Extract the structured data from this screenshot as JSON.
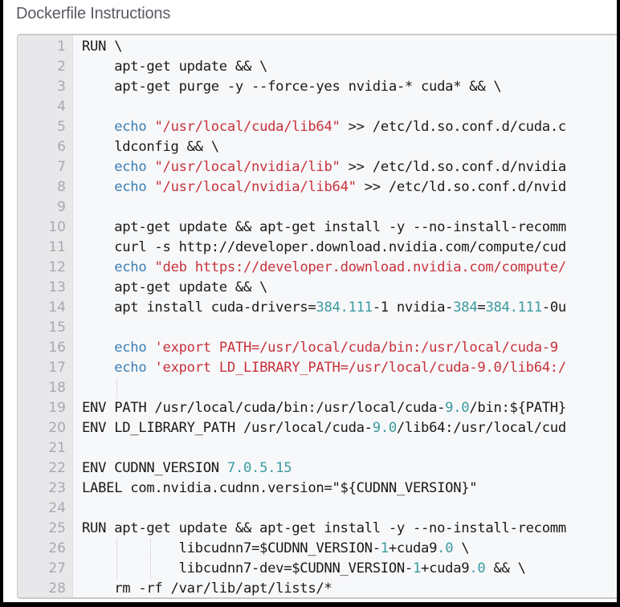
{
  "panel": {
    "title": "Dockerfile Instructions"
  },
  "colors": {
    "keyword": "#1a1a1a",
    "command": "#3b7fb6",
    "string": "#c8323b",
    "number": "#3a9a9e",
    "gutter_bg": "#e8e8ea",
    "editor_bg": "#f7f8fa"
  },
  "editor": {
    "lines": [
      {
        "n": "1",
        "segs": [
          [
            "kw",
            "RUN \\"
          ]
        ]
      },
      {
        "n": "2",
        "segs": [
          [
            "kw",
            "    apt-get update && \\"
          ]
        ]
      },
      {
        "n": "3",
        "segs": [
          [
            "kw",
            "    apt-get purge -y --force-yes nvidia-* cuda* && \\"
          ]
        ]
      },
      {
        "n": "4",
        "segs": []
      },
      {
        "n": "5",
        "segs": [
          [
            "kw",
            "    "
          ],
          [
            "cmd",
            "echo"
          ],
          [
            "kw",
            " "
          ],
          [
            "str",
            "\"/usr/local/cuda/lib64\""
          ],
          [
            "kw",
            " >> /etc/ld.so.conf.d/cuda.c"
          ]
        ]
      },
      {
        "n": "6",
        "segs": [
          [
            "kw",
            "    ldconfig && \\"
          ]
        ]
      },
      {
        "n": "7",
        "segs": [
          [
            "kw",
            "    "
          ],
          [
            "cmd",
            "echo"
          ],
          [
            "kw",
            " "
          ],
          [
            "str",
            "\"/usr/local/nvidia/lib\""
          ],
          [
            "kw",
            " >> /etc/ld.so.conf.d/nvidia"
          ]
        ]
      },
      {
        "n": "8",
        "segs": [
          [
            "kw",
            "    "
          ],
          [
            "cmd",
            "echo"
          ],
          [
            "kw",
            " "
          ],
          [
            "str",
            "\"/usr/local/nvidia/lib64\""
          ],
          [
            "kw",
            " >> /etc/ld.so.conf.d/nvid"
          ]
        ]
      },
      {
        "n": "9",
        "segs": []
      },
      {
        "n": "10",
        "segs": [
          [
            "kw",
            "    apt-get update && apt-get install -y --no-install-recomm"
          ]
        ]
      },
      {
        "n": "11",
        "segs": [
          [
            "kw",
            "    curl -s http://developer.download.nvidia.com/compute/cud"
          ]
        ]
      },
      {
        "n": "12",
        "segs": [
          [
            "kw",
            "    "
          ],
          [
            "cmd",
            "echo"
          ],
          [
            "kw",
            " "
          ],
          [
            "str",
            "\"deb https://developer.download.nvidia.com/compute/"
          ]
        ]
      },
      {
        "n": "13",
        "segs": [
          [
            "kw",
            "    apt-get update && \\"
          ]
        ]
      },
      {
        "n": "14",
        "segs": [
          [
            "kw",
            "    apt install cuda-drivers="
          ],
          [
            "num",
            "384.111"
          ],
          [
            "kw",
            "-1 nvidia-"
          ],
          [
            "num",
            "384"
          ],
          [
            "kw",
            "="
          ],
          [
            "num",
            "384.111"
          ],
          [
            "kw",
            "-0u"
          ]
        ]
      },
      {
        "n": "15",
        "segs": []
      },
      {
        "n": "16",
        "segs": [
          [
            "kw",
            "    "
          ],
          [
            "cmd",
            "echo"
          ],
          [
            "kw",
            " "
          ],
          [
            "str",
            "'export PATH=/usr/local/cuda/bin:/usr/local/cuda-9"
          ]
        ]
      },
      {
        "n": "17",
        "segs": [
          [
            "kw",
            "    "
          ],
          [
            "cmd",
            "echo"
          ],
          [
            "kw",
            " "
          ],
          [
            "str",
            "'export LD_LIBRARY_PATH=/usr/local/cuda-9.0/lib64:/"
          ]
        ]
      },
      {
        "n": "18",
        "segs": [],
        "guides": [
          4
        ]
      },
      {
        "n": "19",
        "segs": [
          [
            "kw",
            "ENV PATH /usr/local/cuda/bin:/usr/local/cuda-"
          ],
          [
            "num",
            "9.0"
          ],
          [
            "kw",
            "/bin:${PATH}"
          ]
        ]
      },
      {
        "n": "20",
        "segs": [
          [
            "kw",
            "ENV LD_LIBRARY_PATH /usr/local/cuda-"
          ],
          [
            "num",
            "9.0"
          ],
          [
            "kw",
            "/lib64:/usr/local/cud"
          ]
        ]
      },
      {
        "n": "21",
        "segs": []
      },
      {
        "n": "22",
        "segs": [
          [
            "kw",
            "ENV CUDNN_VERSION "
          ],
          [
            "num",
            "7.0.5.15"
          ]
        ]
      },
      {
        "n": "23",
        "segs": [
          [
            "kw",
            "LABEL com.nvidia.cudnn.version=\"${CUDNN_VERSION}\""
          ]
        ]
      },
      {
        "n": "24",
        "segs": []
      },
      {
        "n": "25",
        "segs": [
          [
            "kw",
            "RUN apt-get update && apt-get install -y --no-install-recomm"
          ]
        ]
      },
      {
        "n": "26",
        "segs": [
          [
            "kw",
            "            libcudnn7=$CUDNN_VERSION-"
          ],
          [
            "num",
            "1"
          ],
          [
            "kw",
            "+cuda9"
          ],
          [
            "num",
            ".0"
          ],
          [
            "kw",
            " \\"
          ]
        ],
        "guides": [
          4,
          8
        ]
      },
      {
        "n": "27",
        "segs": [
          [
            "kw",
            "            libcudnn7-dev=$CUDNN_VERSION-"
          ],
          [
            "num",
            "1"
          ],
          [
            "kw",
            "+cuda9"
          ],
          [
            "num",
            ".0"
          ],
          [
            "kw",
            " && \\"
          ]
        ],
        "guides": [
          4,
          8
        ]
      },
      {
        "n": "28",
        "segs": [
          [
            "kw",
            "    rm -rf /var/lib/apt/lists/*"
          ]
        ]
      }
    ]
  }
}
